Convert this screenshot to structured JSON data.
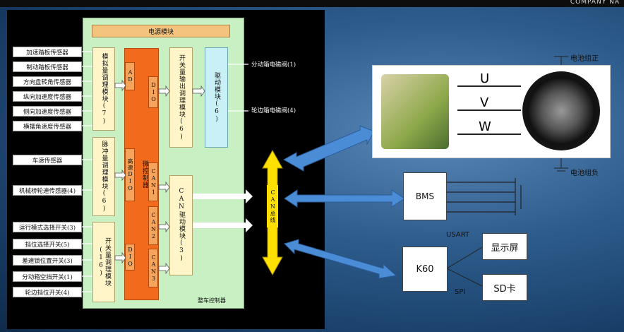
{
  "topbar": {
    "text": "COMPANY NA"
  },
  "controller": {
    "power_module": "电源模块",
    "title": "整车控制器",
    "analog": "模拟量调理模块(7)",
    "pulse": "脉冲量调理模块(6)",
    "switch_in": "开关量调理模块(16)",
    "mcu": "微控制器",
    "ad": "AD",
    "dio_top": "DIO",
    "dio_high": "高速DIO",
    "dio_bottom": "DIO",
    "can1": "CAN1",
    "can2": "CAN2",
    "can3": "CAN3",
    "switch_out": "开关量输出调理模块(6)",
    "drive": "驱动模块(6)",
    "can_drive": "CAN驱动模块(3)",
    "can_bus": "CAN总线"
  },
  "sensors": [
    "加速踏板传感器",
    "制动踏板传感器",
    "方向盘转角传感器",
    "纵向加速度传感器",
    "侧向加速度传感器",
    "横摆角速度传感器",
    "车速传感器",
    "机械桥轮速传感器(4)",
    "运行模式选择开关(3)",
    "挡位选择开关(5)",
    "差速锁位置开关(3)",
    "分动箱空挡开关(1)",
    "轮边挡位开关(4)"
  ],
  "outputs": [
    "分动箱电磁阀(1)",
    "轮边箱电磁阀(4)"
  ],
  "motor": {
    "u": "U",
    "v": "V",
    "w": "W",
    "battery_pos": "电池组正",
    "battery_neg": "电池组负"
  },
  "bms": "BMS",
  "k60": "K60",
  "usart": "USART",
  "spi": "SPI",
  "display": "显示屏",
  "sd": "SD卡",
  "colors": {
    "orange": "#f26a1b",
    "yellow": "#fff5c8",
    "green": "#c8f0c3",
    "cyan": "#c8f0f6",
    "bus": "#ffe000",
    "arrow": "#4a8cd6"
  }
}
